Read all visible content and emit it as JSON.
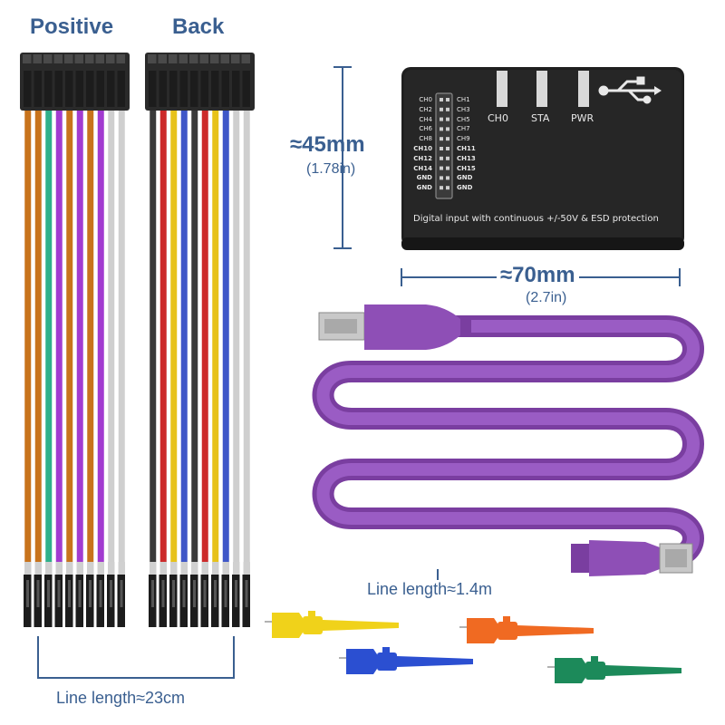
{
  "labels": {
    "positive": "Positive",
    "back": "Back",
    "height_dim": "≈45mm",
    "height_in": "(1.78in)",
    "width_dim": "≈70mm",
    "width_in": "(2.7in)",
    "usb_length": "Line length≈1.4m",
    "wire_length": "Line length≈23cm"
  },
  "device": {
    "pins_left": [
      "CH0",
      "CH2",
      "CH4",
      "CH6",
      "CH8",
      "CH10",
      "CH12",
      "CH14",
      "GND",
      "GND"
    ],
    "pins_right": [
      "CH1",
      "CH3",
      "CH5",
      "CH7",
      "CH9",
      "CH11",
      "CH13",
      "CH15",
      "GND",
      "GND"
    ],
    "leds": [
      "CH0",
      "STA",
      "PWR"
    ],
    "caption": "Digital input with continuous +/-50V & ESD protection"
  },
  "wires": {
    "positive_colors": [
      "#c8731c",
      "#c8731c",
      "#2fb08a",
      "#a23bd0",
      "#c8731c",
      "#a23bd0",
      "#c8731c",
      "#a23bd0",
      "#cfcfcf",
      "#cfcfcf"
    ],
    "back_colors": [
      "#3a3a3a",
      "#cc2a2a",
      "#e7c21a",
      "#3f57c8",
      "#3a3a3a",
      "#cc2a2a",
      "#e7c21a",
      "#3f57c8",
      "#cfcfcf",
      "#cfcfcf"
    ]
  },
  "clips": [
    {
      "color": "#f0d21a"
    },
    {
      "color": "#f06a22"
    },
    {
      "color": "#2b4fd1"
    },
    {
      "color": "#1c8a5a"
    }
  ],
  "colors": {
    "label_blue": "#3a5f90",
    "cable_purple": "#8e4fb6",
    "device_black": "#1f1f1f"
  }
}
